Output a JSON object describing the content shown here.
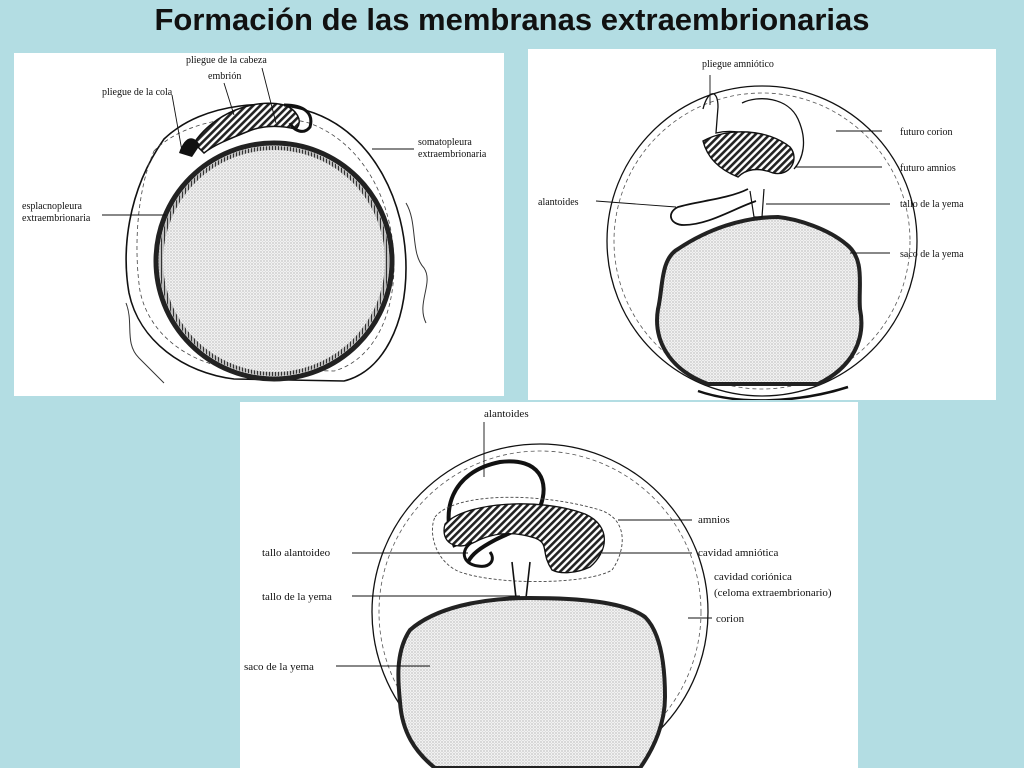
{
  "title": "Formación de las membranas extraembrionarias",
  "panel1": {
    "labels": {
      "head_fold": "pliegue de la cabeza",
      "embryo": "embrión",
      "tail_fold": "pliegue de la cola",
      "somatopleure_1": "somatopleura",
      "somatopleure_2": "extraembrionaria",
      "splanchnopleure_1": "esplacnopleura",
      "splanchnopleure_2": "extraembrionaria"
    }
  },
  "panel2": {
    "labels": {
      "amniotic_fold": "pliegue amniótico",
      "future_chorion": "futuro corion",
      "future_amnion": "futuro amnios",
      "allantois": "alantoides",
      "yolk_stalk": "tallo de la yema",
      "yolk_sac": "saco de la yema"
    }
  },
  "panel3": {
    "labels": {
      "allantois": "alantoides",
      "amnion": "amnios",
      "allantoic_stalk": "tallo alantoideo",
      "amniotic_cavity": "cavidad amniótica",
      "chorionic_cavity_1": "cavidad coriónica",
      "chorionic_cavity_2": "(celoma extraembrionario)",
      "yolk_stalk": "tallo de la yema",
      "chorion": "corion",
      "yolk_sac": "saco de la yema"
    }
  }
}
